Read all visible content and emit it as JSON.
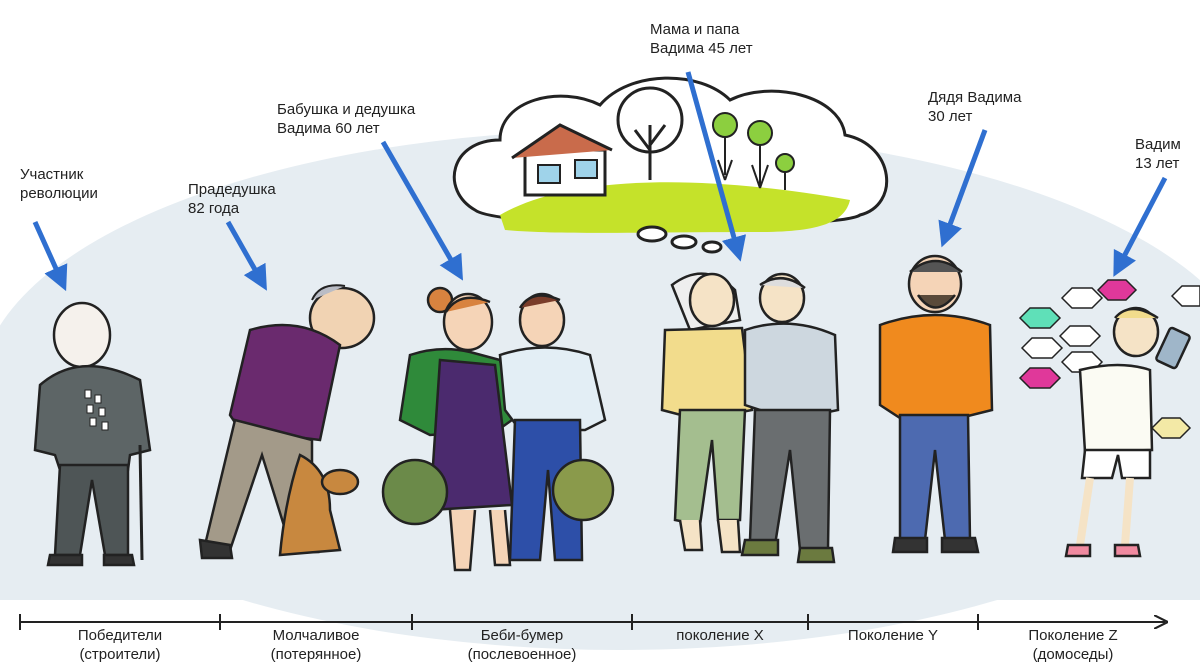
{
  "labels": {
    "revolution": "Участник\nреволюции",
    "great_grandfather": "Прадедушка\n 82 года",
    "grandparents": "Бабушка и дедушка\nВадима 60 лет",
    "parents": "Мама и папа\n Вадима 45 лет",
    "uncle": "Дядя Вадима\n30 лет",
    "vadim": "Вадим\n13 лет"
  },
  "generations": [
    "Победители\n(строители)",
    "Молчаливое\n(потерянное)",
    "Беби-бумер\n(послевоенное)",
    "поколение X",
    "Поколение Y",
    "Поколение Z\n(домоседы)"
  ],
  "colors": {
    "arrow": "#2f6fd0",
    "background_wash": "#e6edf2",
    "thought_grass": "#c5e22a",
    "veteran_suit": "#5d6566",
    "purple_sweater": "#6a2a6e",
    "green_cardigan": "#2f8a3a",
    "purple_dress": "#4b2a6e",
    "blue_jeans": "#2d4fa8",
    "orange_shirt": "#f08a1e",
    "hex_pink": "#e0389a",
    "hex_teal": "#5fe0b8"
  }
}
